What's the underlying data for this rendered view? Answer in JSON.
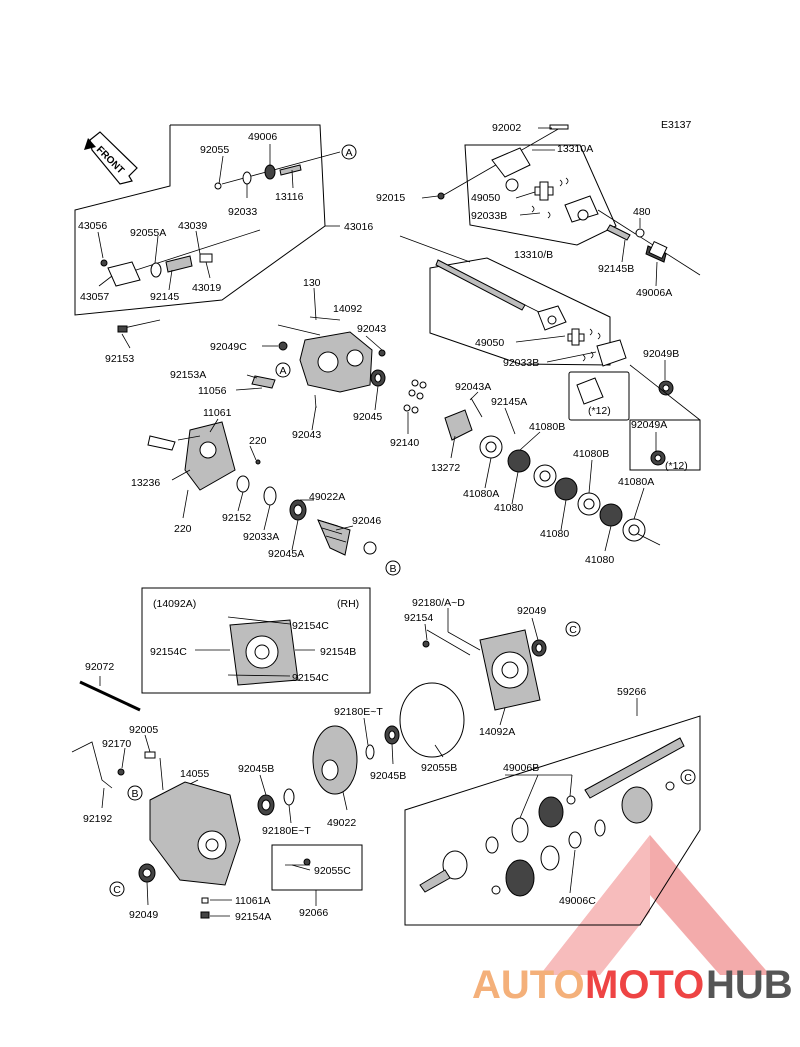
{
  "diagram_code": "E3137",
  "front_label": "FRONT",
  "ref_letters": {
    "a": "A",
    "b": "B",
    "c": "C"
  },
  "rh_box": {
    "title": "(14092A)",
    "side": "(RH)"
  },
  "notes": {
    "n12": "(*12)"
  },
  "parts": {
    "p92002": "92002",
    "p13310A": "13310A",
    "p92015": "92015",
    "p49050": "49050",
    "p92033B": "92033B",
    "p480": "480",
    "p92145B": "92145B",
    "p49006A": "49006A",
    "p13310B": "13310/B",
    "p49050b": "49050",
    "p92033Bb": "92033B",
    "p92049B": "92049B",
    "p92049A": "92049A",
    "p92055": "92055",
    "p49006": "49006",
    "p92033": "92033",
    "p13116": "13116",
    "p43016": "43016",
    "p43056": "43056",
    "p92055A": "92055A",
    "p43039": "43039",
    "p43057": "43057",
    "p92145": "92145",
    "p43019": "43019",
    "p92153": "92153",
    "p130": "130",
    "p14092": "14092",
    "p92043": "92043",
    "p92049C": "92049C",
    "p92153A": "92153A",
    "p11056": "11056",
    "p92045": "92045",
    "p92043b": "92043",
    "p92140": "92140",
    "p92043A": "92043A",
    "p92145A": "92145A",
    "p13272": "13272",
    "p41080B": "41080B",
    "p41080A": "41080A",
    "p41080": "41080",
    "p41080Bb": "41080B",
    "p41080b": "41080",
    "p41080Ab": "41080A",
    "p41080c": "41080",
    "p11061": "11061",
    "p220": "220",
    "p13236": "13236",
    "p92152": "92152",
    "p49022A": "49022A",
    "p92046": "92046",
    "p92033A": "92033A",
    "p92045A": "92045A",
    "p220b": "220",
    "p92154C1": "92154C",
    "p92154C2": "92154C",
    "p92154B": "92154B",
    "p92154C3": "92154C",
    "p92180AD": "92180/A~D",
    "p92154": "92154",
    "p92049": "92049",
    "p14092A": "14092A",
    "p92072": "92072",
    "p92180ET": "92180E~T",
    "p92045Bb": "92045B",
    "p92055B": "92055B",
    "p92005": "92005",
    "p92170": "92170",
    "p14055": "14055",
    "p92192": "92192",
    "p92045B": "92045B",
    "p92180ETb": "92180E~T",
    "p49022": "49022",
    "p59266": "59266",
    "p49006B": "49006B",
    "p92055C": "92055C",
    "p92049b": "92049",
    "p11061A": "11061A",
    "p92066": "92066",
    "p92154A": "92154A",
    "p49006C": "49006C"
  },
  "watermark": {
    "part1": "AUTO",
    "part2": "MOTO",
    "part3": "HUB"
  },
  "colors": {
    "wm_orange": "#f4b07a",
    "wm_red": "#ee4444",
    "wm_gray": "#555555",
    "logo_fill": "#f08f8f"
  }
}
